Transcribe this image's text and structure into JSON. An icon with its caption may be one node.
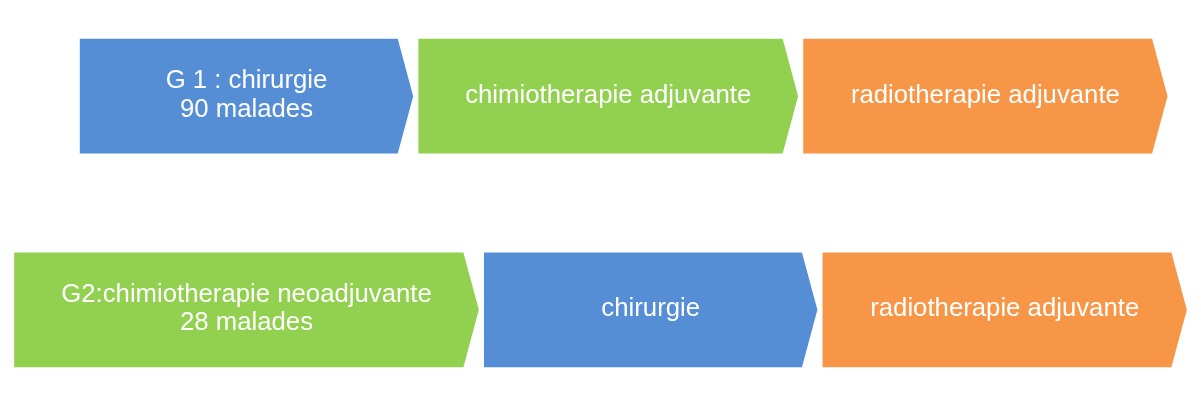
{
  "diagram": {
    "nodes": [
      {
        "text": [
          "G 1 : chirurgie",
          "90 malades"
        ]
      },
      {
        "text": [
          "chimiotherapie adjuvante"
        ]
      },
      {
        "text": [
          "radiotherapie adjuvante"
        ]
      },
      {
        "text": [
          "G2:chimiotherapie neoadjuvante",
          "28 malades"
        ]
      },
      {
        "text": [
          "chirurgie"
        ]
      },
      {
        "text": [
          "radiotherapie adjuvante"
        ]
      }
    ]
  }
}
